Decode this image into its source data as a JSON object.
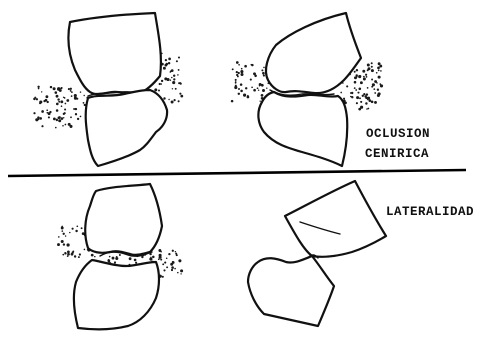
{
  "labels": {
    "oclusion_line1": "OCLUSION",
    "oclusion_line2": "CENIRICA",
    "lateralidad": "LATERALIDAD"
  },
  "colors": {
    "ink": "#111111",
    "background": "#ffffff"
  }
}
